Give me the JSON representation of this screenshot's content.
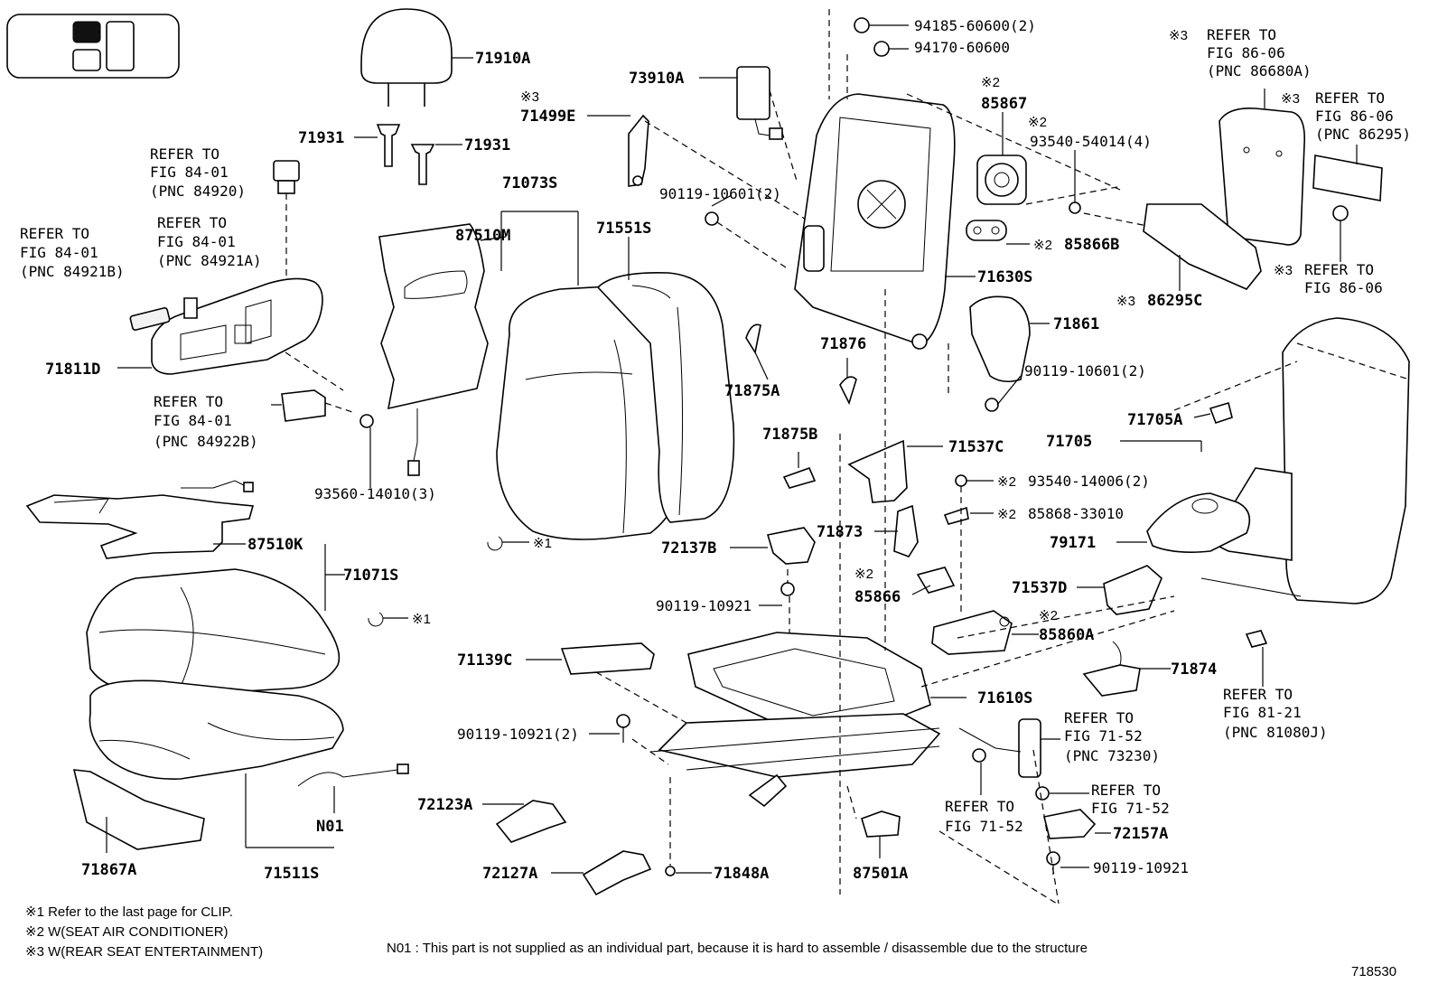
{
  "labels": {
    "p71910A": "71910A",
    "p71931a": "71931",
    "p71931b": "71931",
    "p73910A": "73910A",
    "p71499E": "71499E",
    "p94185": "94185-60600(2)",
    "p94170": "94170-60600",
    "p85867": "85867",
    "p93540_54014": "93540-54014(4)",
    "p85866B": "85866B",
    "p71630S": "71630S",
    "p71861": "71861",
    "p90119_10601_a": "90119-10601(2)",
    "p90119_10601_b": "90119-10601(2)",
    "p71073S": "71073S",
    "p87510M": "87510M",
    "p71551S": "71551S",
    "p71875A": "71875A",
    "p71876": "71876",
    "p86295C": "86295C",
    "p71705": "71705",
    "p71705A": "71705A",
    "p71811D": "71811D",
    "p93560": "93560-14010(3)",
    "p87510K": "87510K",
    "p71071S": "71071S",
    "p71875B": "71875B",
    "p71537C": "71537C",
    "p93540_14006": "93540-14006(2)",
    "p85868": "85868-33010",
    "p71873": "71873",
    "p72137B": "72137B",
    "p79171": "79171",
    "p90119_10921_a": "90119-10921",
    "p85866": "85866",
    "p71537D": "71537D",
    "p85860A": "85860A",
    "p71139C": "71139C",
    "p71874": "71874",
    "p71610S": "71610S",
    "p90119_10921_b": "90119-10921(2)",
    "p72123A": "72123A",
    "p72127A": "72127A",
    "p71848A": "71848A",
    "p87501A": "87501A",
    "p72157A": "72157A",
    "p90119_10921_c": "90119-10921",
    "pN01": "N01",
    "p71867A": "71867A",
    "p71511S": "71511S"
  },
  "marks": {
    "m1": "※1",
    "m1b": "※1",
    "m2a": "※2",
    "m2b": "※2",
    "m2c": "※2",
    "m2d": "※2",
    "m2e": "※2",
    "m2f": "※2",
    "m2g": "※2",
    "m3a": "※3",
    "m3b": "※3",
    "m3c": "※3",
    "m3d": "※3",
    "m3e": "※3"
  },
  "refs": {
    "r84920": [
      "REFER TO",
      "FIG 84-01",
      "(PNC 84920)"
    ],
    "r84921B": [
      "REFER TO",
      "FIG 84-01",
      "(PNC 84921B)"
    ],
    "r84921A": [
      "REFER TO",
      "FIG 84-01",
      "(PNC 84921A)"
    ],
    "r84922B": [
      "REFER TO",
      "FIG 84-01",
      "(PNC 84922B)"
    ],
    "r86680A": [
      "REFER TO",
      "FIG 86-06",
      "(PNC 86680A)"
    ],
    "r86295": [
      "REFER TO",
      "FIG 86-06",
      "(PNC 86295)"
    ],
    "r8606": [
      "REFER TO",
      "FIG 86-06"
    ],
    "r73230": [
      "REFER TO",
      "FIG 71-52",
      "(PNC 73230)"
    ],
    "r7152a": [
      "REFER TO",
      "FIG 71-52"
    ],
    "r7152b": [
      "REFER TO",
      "FIG 71-52"
    ],
    "r81080J": [
      "REFER TO",
      "FIG 81-21",
      "(PNC 81080J)"
    ]
  },
  "notes": {
    "n1": "※1 Refer to the last page for CLIP.",
    "n2": "※2 W(SEAT AIR CONDITIONER)",
    "n3": "※3 W(REAR SEAT ENTERTAINMENT)",
    "n01": "N01 : This part is not supplied as an individual part, because it is hard to assemble / disassemble due to the structure",
    "fig_number": "718530"
  }
}
